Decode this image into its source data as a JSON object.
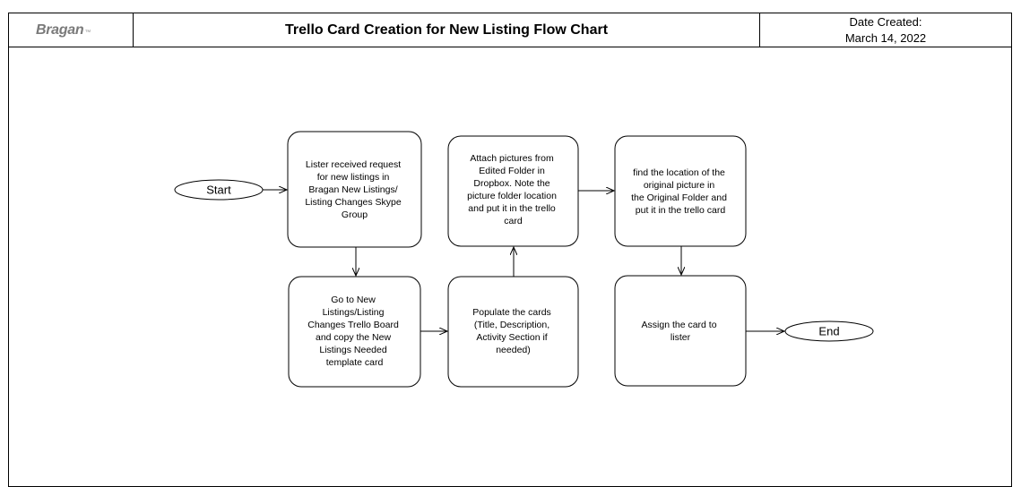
{
  "header": {
    "logo_text": "Bragan",
    "logo_mark": "™",
    "title": "Trello Card Creation for New Listing Flow Chart",
    "date_label": "Date Created:",
    "date_value": "March 14, 2022"
  },
  "flow": {
    "start": "Start",
    "end": "End",
    "steps": [
      {
        "id": "step1",
        "lines": [
          "Lister received request",
          "for new listings in",
          "Bragan New Listings/",
          "Listing Changes Skype",
          "Group"
        ]
      },
      {
        "id": "step2",
        "lines": [
          "Go to New",
          "Listings/Listing",
          "Changes Trello Board",
          "and copy the New",
          "Listings Needed",
          "template card"
        ]
      },
      {
        "id": "step3",
        "lines": [
          "Populate the cards",
          "(Title, Description,",
          "Activity Section if",
          "needed)"
        ]
      },
      {
        "id": "step4",
        "lines": [
          "Attach pictures from",
          "Edited Folder in",
          "Dropbox. Note the",
          "picture folder location",
          "and put it in the trello",
          "card"
        ]
      },
      {
        "id": "step5",
        "lines": [
          "find the location of the",
          "original picture in",
          "the Original Folder and",
          "put it in the trello card"
        ]
      },
      {
        "id": "step6",
        "lines": [
          "Assign the card to",
          "lister"
        ]
      }
    ]
  }
}
